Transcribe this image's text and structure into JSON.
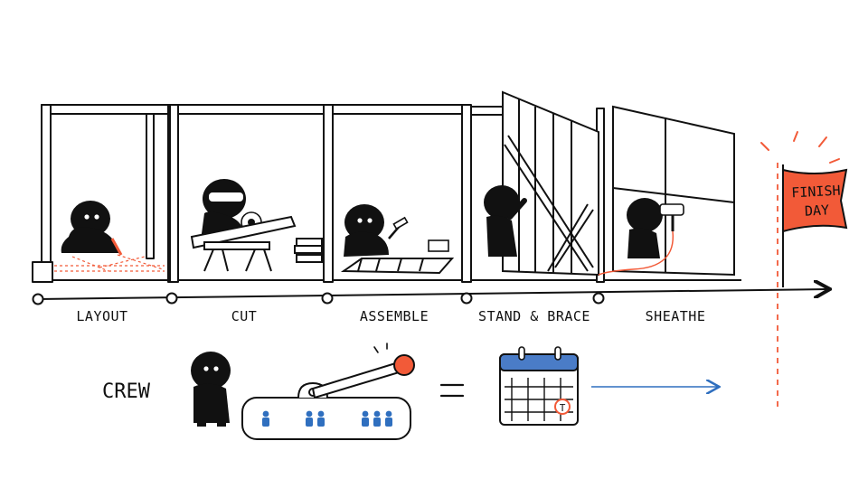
{
  "stages": [
    {
      "id": "layout",
      "label": "LAYOUT"
    },
    {
      "id": "cut",
      "label": "CUT"
    },
    {
      "id": "assemble",
      "label": "ASSEMBLE"
    },
    {
      "id": "stand",
      "label": "STAND & BRACE"
    },
    {
      "id": "sheathe",
      "label": "SHEATHE"
    }
  ],
  "flag": {
    "line1": "FINISH",
    "line2": "DAY",
    "color": "#f25a38"
  },
  "crew": {
    "label": "CREW"
  },
  "equation": {
    "operator": "="
  },
  "colors": {
    "accent": "#f25a38",
    "ink": "#111111",
    "crew_blue": "#2f6fbf",
    "calendar_blue": "#4a7cc7"
  }
}
